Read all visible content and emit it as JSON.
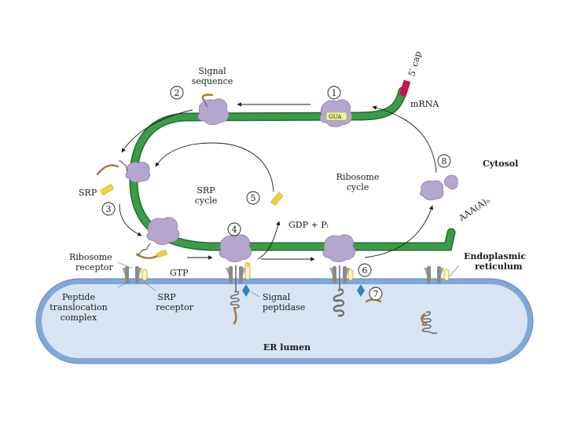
{
  "labels": {
    "signal_sequence_1": "Signal",
    "signal_sequence_2": "sequence",
    "cap": "5′ cap",
    "mrna": "mRNA",
    "codon": "GUA",
    "cytosol": "Cytosol",
    "ribosome_cycle_1": "Ribosome",
    "ribosome_cycle_2": "cycle",
    "srp_cycle_1": "SRP",
    "srp_cycle_2": "cycle",
    "srp": "SRP",
    "gdp_pi": "GDP + Pᵢ",
    "poly_a": "AAA(A)ₙ",
    "ribosome_receptor_1": "Ribosome",
    "ribosome_receptor_2": "receptor",
    "gtp": "GTP",
    "er_1": "Endoplasmic",
    "er_2": "reticulum",
    "peptide_complex_1": "Peptide",
    "peptide_complex_2": "translocation",
    "peptide_complex_3": "complex",
    "srp_receptor_1": "SRP",
    "srp_receptor_2": "receptor",
    "signal_peptidase_1": "Signal",
    "signal_peptidase_2": "peptidase",
    "er_lumen": "ER lumen"
  },
  "steps": [
    "1",
    "2",
    "3",
    "4",
    "5",
    "6",
    "7",
    "8"
  ],
  "colors": {
    "mrna": "#3d9a48",
    "cap": "#c8144e",
    "ribosome": "#b4a6cf",
    "srp": "#f2d038",
    "signal_peptide": "#a57a3a",
    "er_membrane": "#7fa8d6",
    "er_lumen": "#d9e4f3",
    "peptidase": "#2b86c3",
    "translocon": "#8b8b8b"
  }
}
